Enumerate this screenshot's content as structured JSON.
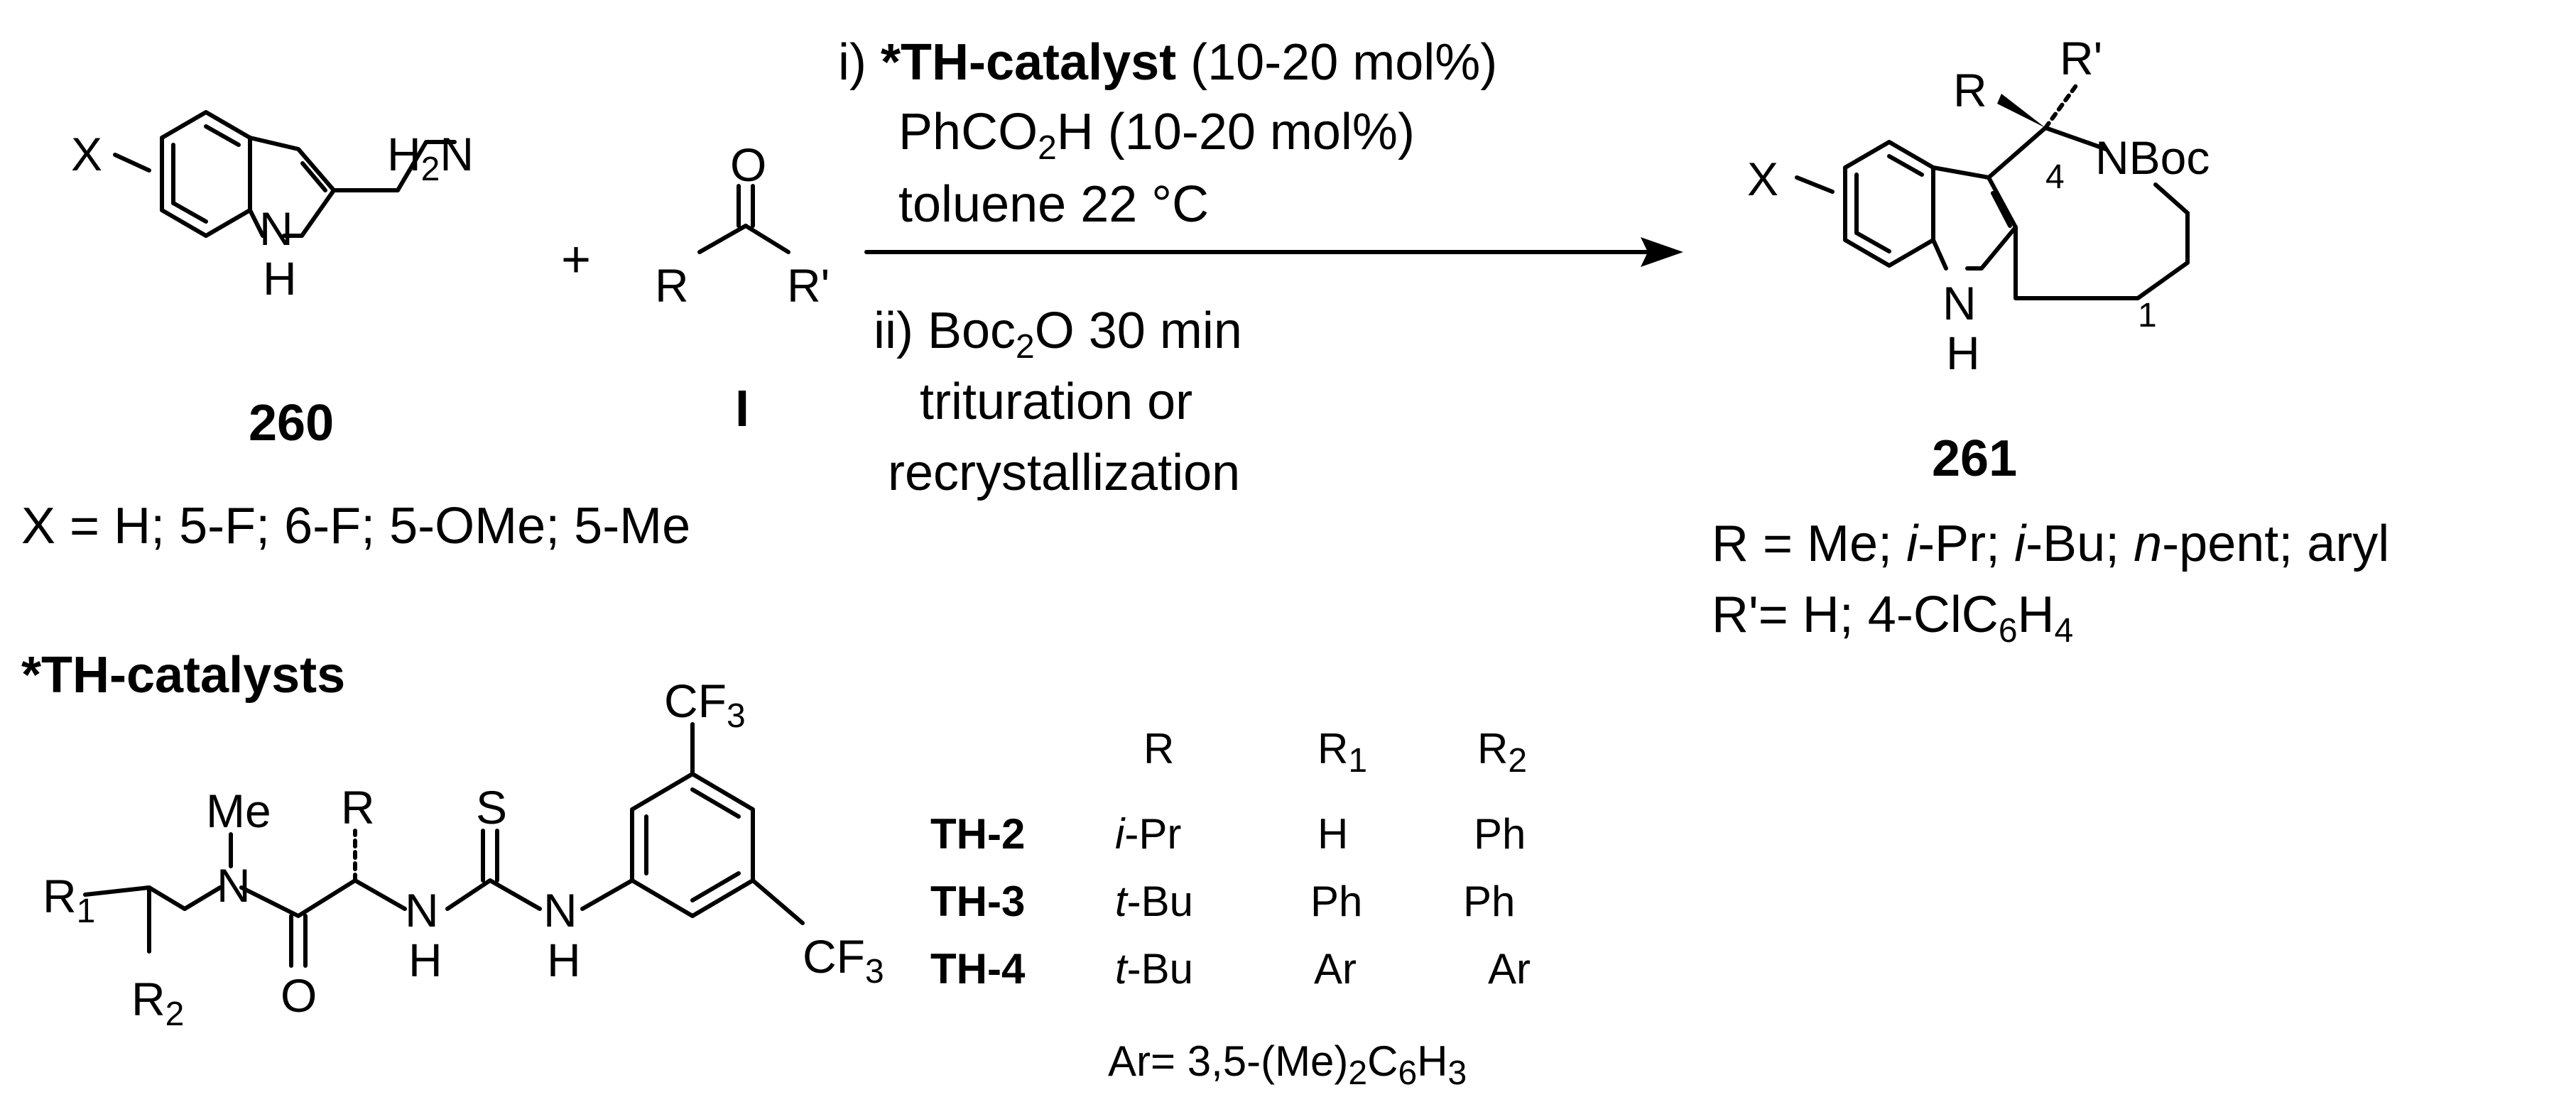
{
  "reaction": {
    "step1_prefix": "i) ",
    "catalyst_label": "*TH-catalyst",
    "catalyst_loading": " (10-20 mol%)",
    "acid_reagent": "PhCO",
    "acid_sub": "2",
    "acid_suffix": "H (10-20 mol%)",
    "solvent_condition": "toluene 22 °C",
    "step2_prefix": "ii) Boc",
    "step2_sub": "2",
    "step2_suffix": "O  30 min",
    "workup_line1": "trituration or",
    "workup_line2": "recrystallization"
  },
  "reactant_260": {
    "id": "260",
    "x_label": "X",
    "amine_h": "H",
    "amine_sub": "2",
    "amine_n": "N",
    "ring_n": "N",
    "ring_h": "H",
    "x_definition": "X = H; 5-F; 6-F; 5-OMe; 5-Me"
  },
  "plus_sign": "+",
  "reactant_I": {
    "id": "I",
    "oxygen": "O",
    "r_label": "R",
    "r_prime_label": "R'"
  },
  "product_261": {
    "id": "261",
    "x_label": "X",
    "r_label": "R",
    "r_prime_label": "R'",
    "nboc_label": "NBoc",
    "position_4": "4",
    "position_1": "1",
    "ring_n": "N",
    "ring_h": "H",
    "r_def_prefix": "R = Me; ",
    "r_def_ipr_i": "i",
    "r_def_ipr": "-Pr; ",
    "r_def_ibu_i": "i",
    "r_def_ibu": "-Bu; ",
    "r_def_npent_n": "n",
    "r_def_npent": "-pent; aryl",
    "rp_def_prefix": "R'= H; 4-ClC",
    "rp_def_sub1": "6",
    "rp_def_mid": "H",
    "rp_def_sub2": "4"
  },
  "catalysts": {
    "heading": "*TH-catalysts",
    "structure": {
      "cf3_top": "CF",
      "cf3_top_sub": "3",
      "cf3_right": "CF",
      "cf3_right_sub": "3",
      "sulfur": "S",
      "me": "Me",
      "amide_n": "N",
      "r_label": "R",
      "r1_label": "R",
      "r1_sub": "1",
      "r2_label": "R",
      "r2_sub": "2",
      "carbonyl_o": "O",
      "nh1_n": "N",
      "nh1_h": "H",
      "nh2_n": "N",
      "nh2_h": "H"
    },
    "table": {
      "headers": [
        {
          "main": "R",
          "sub": ""
        },
        {
          "main": "R",
          "sub": "1"
        },
        {
          "main": "R",
          "sub": "2"
        }
      ],
      "rows": [
        {
          "name": "TH-2",
          "r_prefix": "i",
          "r_suffix": "-Pr",
          "r1": "H",
          "r2": "Ph"
        },
        {
          "name": "TH-3",
          "r_prefix": "t",
          "r_suffix": "-Bu",
          "r1": "Ph",
          "r2": "Ph"
        },
        {
          "name": "TH-4",
          "r_prefix": "t",
          "r_suffix": "-Bu",
          "r1": "Ar",
          "r2": "Ar"
        }
      ],
      "footnote_prefix": "Ar= 3,5-(Me)",
      "footnote_sub1": "2",
      "footnote_mid": "C",
      "footnote_sub2": "6",
      "footnote_suffix": "H",
      "footnote_sub3": "3"
    }
  }
}
